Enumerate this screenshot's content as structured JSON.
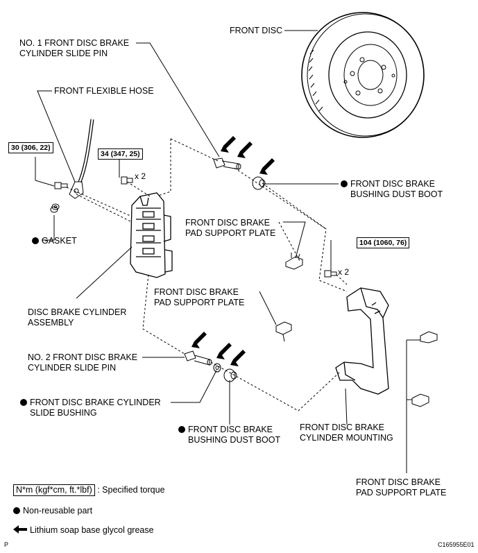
{
  "labels": {
    "front_disc": "FRONT DISC",
    "slide_pin_1": [
      "NO. 1 FRONT DISC BRAKE",
      "CYLINDER SLIDE PIN"
    ],
    "flexible_hose": "FRONT FLEXIBLE HOSE",
    "gasket": "GASKET",
    "bushing_boot_top": [
      "FRONT DISC BRAKE",
      "BUSHING DUST BOOT"
    ],
    "pad_plate_1": [
      "FRONT DISC BRAKE",
      "PAD SUPPORT PLATE"
    ],
    "pad_plate_2": [
      "FRONT DISC BRAKE",
      "PAD SUPPORT PLATE"
    ],
    "cylinder_assembly": [
      "DISC BRAKE CYLINDER",
      "ASSEMBLY"
    ],
    "slide_pin_2": [
      "NO. 2 FRONT DISC BRAKE",
      "CYLINDER SLIDE PIN"
    ],
    "slide_bushing": [
      "FRONT DISC BRAKE CYLINDER",
      "SLIDE BUSHING"
    ],
    "bushing_boot_bottom": [
      "FRONT DISC BRAKE",
      "BUSHING DUST BOOT"
    ],
    "cylinder_mounting": [
      "FRONT DISC BRAKE",
      "CYLINDER MOUNTING"
    ],
    "pad_plate_3": [
      "FRONT DISC BRAKE",
      "PAD SUPPORT PLATE"
    ]
  },
  "torques": {
    "t1": "30 (306, 22)",
    "t2": "34 (347, 25)",
    "t3": "104 (1060, 76)"
  },
  "multipliers": {
    "m1": "x 2",
    "m2": "x 2"
  },
  "legend": {
    "torque_box": "N*m (kgf*cm, ft.*lbf)",
    "torque_text": ": Specified torque",
    "non_reusable": "Non-reusable part",
    "grease": "Lithium soap base glycol grease"
  },
  "footer": {
    "left": "P",
    "right": "C165955E01"
  },
  "colors": {
    "line": "#000000",
    "background": "#ffffff"
  }
}
